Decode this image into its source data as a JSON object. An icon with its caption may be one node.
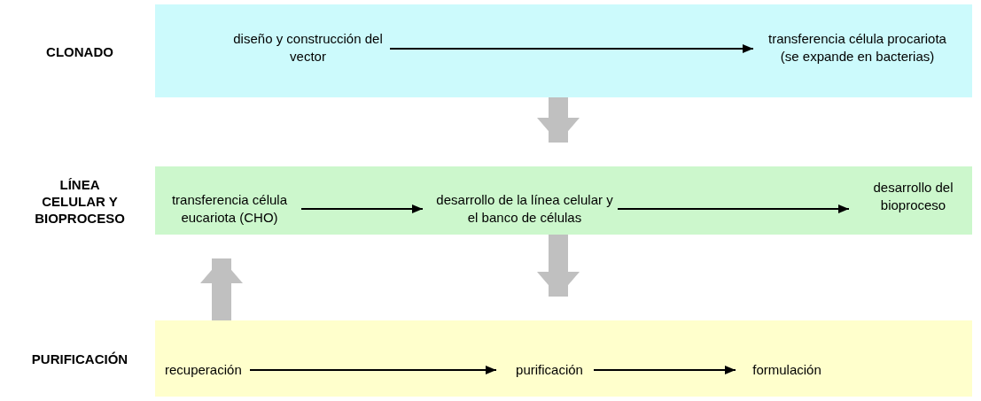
{
  "diagram": {
    "nodes": [
      {
        "text": [
          "CLONADO"
        ]
      },
      {
        "text": [
          "diseño y construcción del vector"
        ],
        "in": 0
      },
      {
        "text": [
          "transferencia célula procariota (se expande en bacterias)"
        ],
        "in": 0
      },
      {
        "text": [
          "LÍNEA CELULAR Y BIOPROCESO"
        ]
      },
      {
        "text": [
          "transferencia célula eucariota (CHO)"
        ],
        "in": 3
      },
      {
        "text": [
          "desarrollo de la línea celular y el banco de células"
        ],
        "in": 3
      },
      {
        "text": [
          "desarrollo del bioproceso"
        ],
        "in": 3
      },
      {
        "text": [
          "PURIFICACIÓN"
        ]
      },
      {
        "text": [
          "recuperación"
        ],
        "in": 7
      },
      {
        "text": [
          "purificación"
        ],
        "in": 7
      },
      {
        "text": [
          "formulación"
        ],
        "in": 7
      }
    ],
    "edges": [
      {
        "from": 1,
        "to": 2,
        "arrow": "to"
      },
      {
        "from": 0,
        "to": 3,
        "arrow": "to",
        "style": "thick",
        "color": "#c0c0c0"
      },
      {
        "from": 4,
        "to": 5,
        "arrow": "to"
      },
      {
        "from": 5,
        "to": 6,
        "arrow": "to"
      },
      {
        "from": 3,
        "to": 7,
        "arrow": "to",
        "style": "thick",
        "color": "#c0c0c0"
      },
      {
        "from": 7,
        "to": 3,
        "arrow": "to",
        "style": "thick",
        "color": "#c0c0c0"
      },
      {
        "from": 8,
        "to": 9,
        "arrow": "to"
      },
      {
        "from": 9,
        "to": 10,
        "arrow": "to"
      }
    ]
  }
}
